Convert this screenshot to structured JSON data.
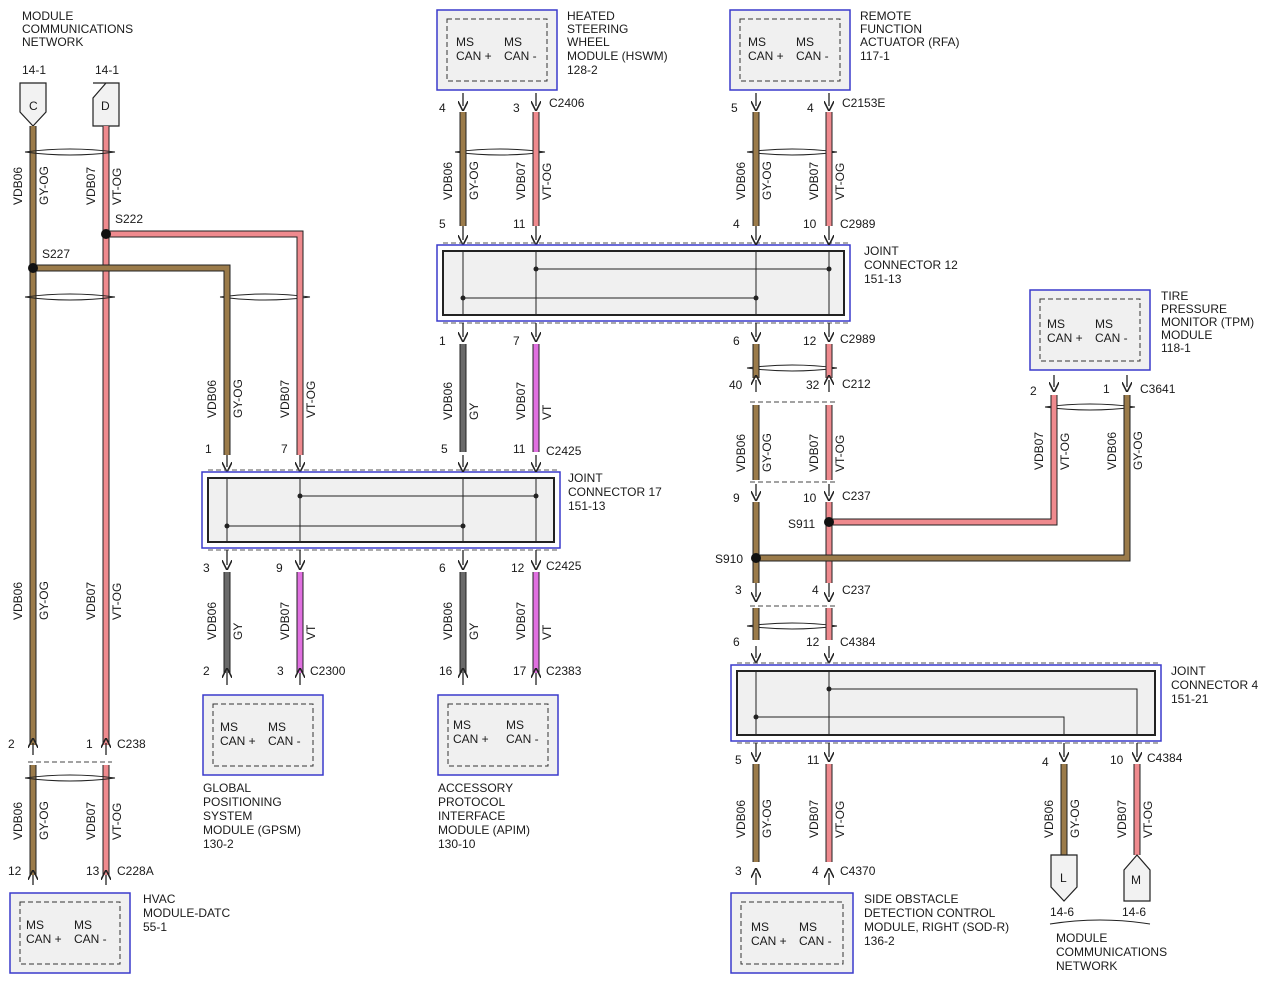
{
  "colors": {
    "gy_og": "#9b7b4a",
    "vt_og": "#ef8a8e",
    "gy": "#6a6a6a",
    "vt": "#e070e0",
    "module_border": "#3a3acc",
    "module_fill": "#f0f0f0"
  },
  "titles": {
    "mcn_top": [
      "MODULE",
      "COMMUNICATIONS",
      "NETWORK"
    ],
    "mcn_bottom": [
      "MODULE",
      "COMMUNICATIONS",
      "NETWORK"
    ]
  },
  "refs": {
    "c_ref": "14-1",
    "d_ref": "14-1",
    "l_ref": "14-6",
    "m_ref": "14-6"
  },
  "connectors_letters": {
    "c": "C",
    "d": "D",
    "l": "L",
    "m": "M"
  },
  "modules": {
    "hswm": {
      "name": [
        "HEATED",
        "STEERING",
        "WHEEL",
        "MODULE (HSWM)",
        "128-2"
      ],
      "pin_a": "MS",
      "pin_a2": "CAN +",
      "pin_b": "MS",
      "pin_b2": "CAN -"
    },
    "rfa": {
      "name": [
        "REMOTE",
        "FUNCTION",
        "ACTUATOR (RFA)",
        "117-1"
      ],
      "pin_a": "MS",
      "pin_a2": "CAN +",
      "pin_b": "MS",
      "pin_b2": "CAN -"
    },
    "tpm": {
      "name": [
        "TIRE",
        "PRESSURE",
        "MONITOR (TPM)",
        "MODULE",
        "118-1"
      ],
      "pin_a": "MS",
      "pin_a2": "CAN +",
      "pin_b": "MS",
      "pin_b2": "CAN -"
    },
    "gpsm": {
      "name": [
        "GLOBAL",
        "POSITIONING",
        "SYSTEM",
        "MODULE (GPSM)",
        "130-2"
      ],
      "pin_a": "MS",
      "pin_a2": "CAN +",
      "pin_b": "MS",
      "pin_b2": "CAN -"
    },
    "apim": {
      "name": [
        "ACCESSORY",
        "PROTOCOL",
        "INTERFACE",
        "MODULE (APIM)",
        "130-10"
      ],
      "pin_a": "MS",
      "pin_a2": "CAN +",
      "pin_b": "MS",
      "pin_b2": "CAN -"
    },
    "hvac": {
      "name": [
        "HVAC",
        "MODULE-DATC",
        "55-1"
      ],
      "pin_a": "MS",
      "pin_a2": "CAN +",
      "pin_b": "MS",
      "pin_b2": "CAN -"
    },
    "sodr": {
      "name": [
        "SIDE OBSTACLE",
        "DETECTION CONTROL",
        "MODULE, RIGHT (SOD-R)",
        "136-2"
      ],
      "pin_a": "MS",
      "pin_a2": "CAN +",
      "pin_b": "MS",
      "pin_b2": "CAN -"
    }
  },
  "joints": {
    "jc12": [
      "JOINT",
      "CONNECTOR 12",
      "151-13"
    ],
    "jc17": [
      "JOINT",
      "CONNECTOR 17",
      "151-13"
    ],
    "jc4": [
      "JOINT",
      "CONNECTOR 4",
      "151-21"
    ]
  },
  "splices": {
    "s222": "S222",
    "s227": "S227",
    "s911": "S911",
    "s910": "S910"
  },
  "circuits": {
    "vdb06": "VDB06",
    "vdb07": "VDB07",
    "gy_og": "GY-OG",
    "vt_og": "VT-OG",
    "gy": "GY",
    "vt": "VT"
  },
  "conn_ids": {
    "c2406": "C2406",
    "c2153e": "C2153E",
    "c2989a": "C2989",
    "c2989b": "C2989",
    "c212": "C212",
    "c3641": "C3641",
    "c2425a": "C2425",
    "c2425b": "C2425",
    "c237a": "C237",
    "c237b": "C237",
    "c2300": "C2300",
    "c2383": "C2383",
    "c4384a": "C4384",
    "c4384b": "C4384",
    "c238": "C238",
    "c228a": "C228A",
    "c4370": "C4370"
  },
  "pins": {
    "hswm_a": "4",
    "hswm_b": "3",
    "jc12_top_a": "5",
    "jc12_top_b": "11",
    "jc12_bot_a": "1",
    "jc12_bot_b": "7",
    "c2425_top_a": "5",
    "c2425_top_b": "11",
    "c2425_bot_a": "6",
    "c2425_bot_b": "12",
    "apim_a": "16",
    "apim_b": "17",
    "rfa_a": "5",
    "rfa_b": "4",
    "c2989_top_a": "4",
    "c2989_top_b": "10",
    "c2989_bot_a": "6",
    "c2989_bot_b": "12",
    "c212_a": "40",
    "c212_b": "32",
    "c237_top_a": "9",
    "c237_top_b": "10",
    "c237_bot_a": "3",
    "c237_bot_b": "4",
    "c4384_top_a": "6",
    "c4384_top_b": "12",
    "c4384_bot_a": "5",
    "c4384_bot_b": "11",
    "c4370_a": "3",
    "c4370_b": "4",
    "tpm_a": "2",
    "tpm_b": "1",
    "jc17_top_a": "1",
    "jc17_top_b": "7",
    "jc17_bot_a": "3",
    "jc17_bot_b": "9",
    "gpsm_a": "2",
    "gpsm_b": "3",
    "c238_a": "2",
    "c238_b": "1",
    "c228a_a": "12",
    "c228a_b": "13",
    "jc4_out_a": "4",
    "jc4_out_b": "10"
  }
}
